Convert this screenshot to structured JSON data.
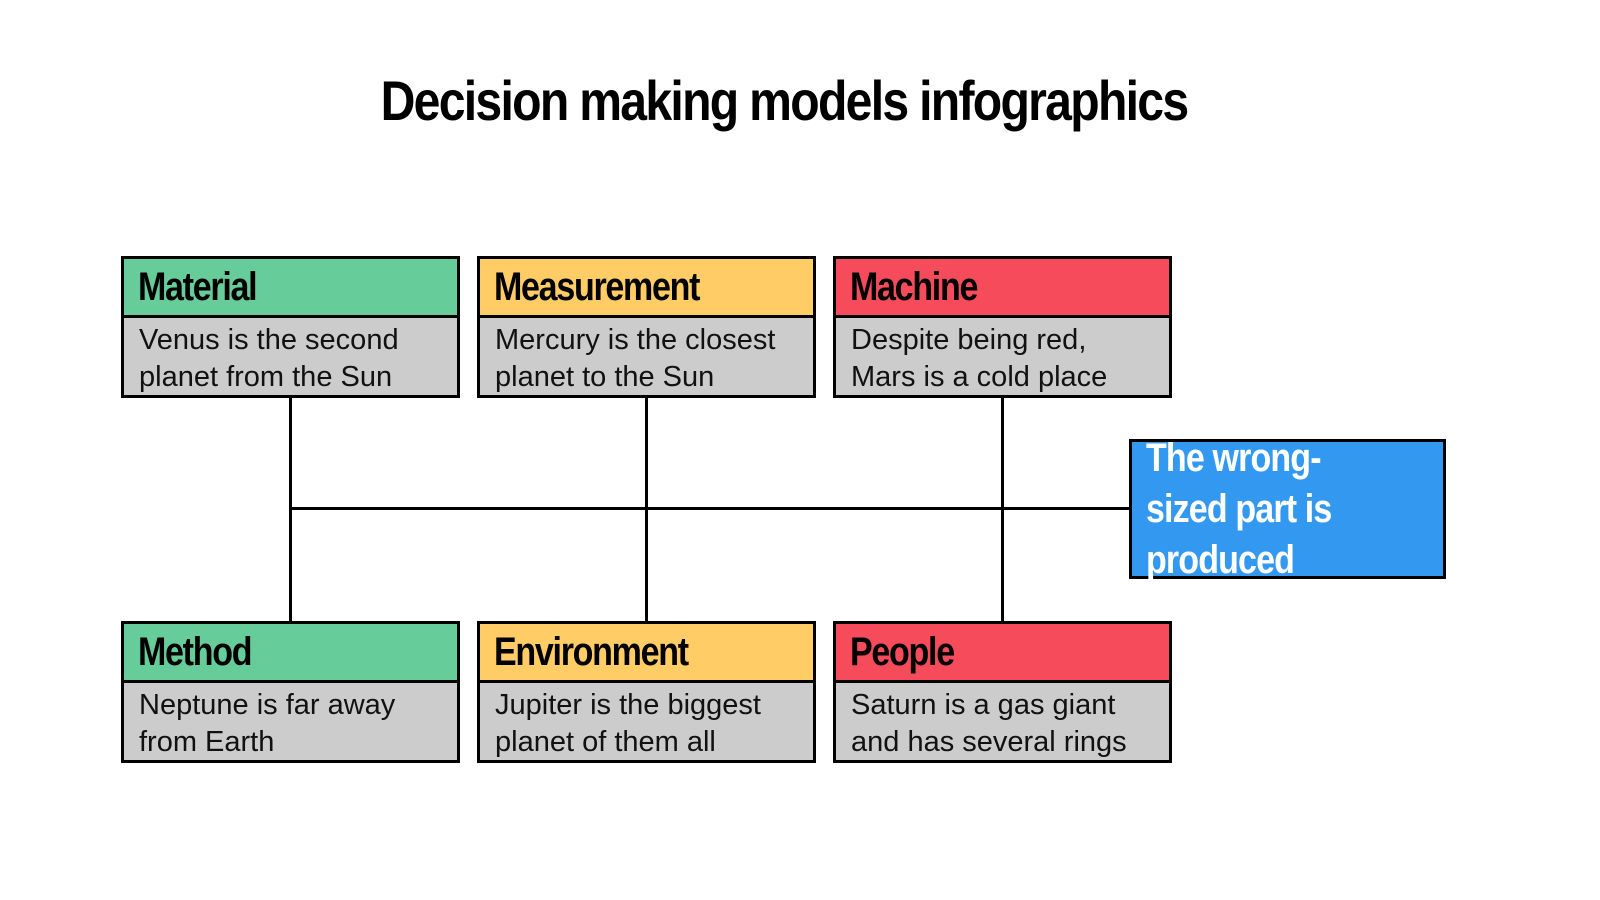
{
  "title": "Decision making models infographics",
  "colors": {
    "green": "#66cc99",
    "yellow": "#ffcc66",
    "red": "#f54b5a",
    "blue": "#3399f0",
    "body_gray": "#cccccc",
    "line": "#000000"
  },
  "causes_top": [
    {
      "label": "Material",
      "text": "Venus is the second planet from the Sun",
      "color": "#66cc99"
    },
    {
      "label": "Measurement",
      "text": "Mercury is the closest planet to the Sun",
      "color": "#ffcc66"
    },
    {
      "label": "Machine",
      "text": "Despite being red, Mars is a cold place",
      "color": "#f54b5a"
    }
  ],
  "causes_bottom": [
    {
      "label": "Method",
      "text": "Neptune is far away from Earth",
      "color": "#66cc99"
    },
    {
      "label": "Environment",
      "text": "Jupiter is the biggest planet of them all",
      "color": "#ffcc66"
    },
    {
      "label": "People",
      "text": "Saturn is a gas giant and has several rings",
      "color": "#f54b5a"
    }
  ],
  "effect": {
    "text": "The wrong-sized part is produced"
  }
}
